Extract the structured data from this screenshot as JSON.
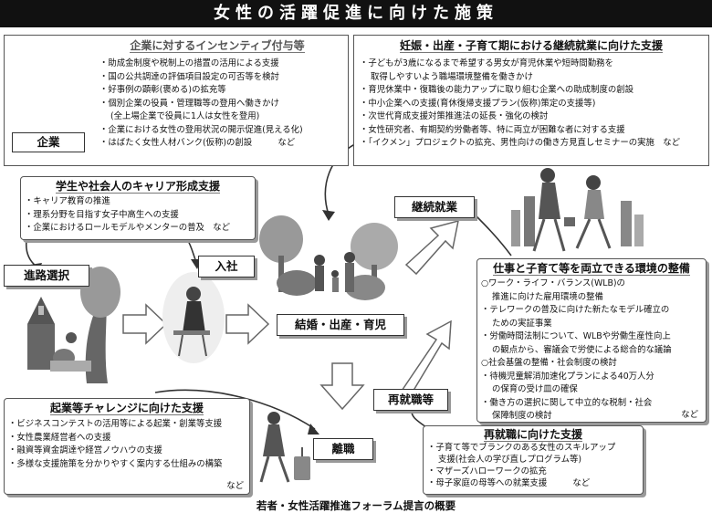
{
  "title": "女性の活躍促進に向けた施策",
  "caption": "若者・女性活躍推進フォーラム提言の概要",
  "incentive": {
    "title": "企業に対するインセンティブ付与等",
    "badge": "企業",
    "items": [
      "助成金制度や税制上の措置の活用による支援",
      "国の公共調達の評価項目設定の可否等を検討",
      "好事例の顕彰(褒める)の拡充等",
      "個別企業の役員・管理職等の登用へ働きかけ",
      "(全上場企業で役員に1人は女性を登用)",
      "企業における女性の登用状況の開示促進(見える化)",
      "はばたく女性人材バンク(仮称)の創設"
    ],
    "nado": "など"
  },
  "pregnancy": {
    "title": "妊娠・出産・子育て期における継続就業に向けた支援",
    "items": [
      "子どもが3歳になるまで希望する男女が育児休業や短時間勤務を",
      "取得しやすいよう職場環境整備を働きかけ",
      "育児休業中・復職後の能力アップに取り組む企業への助成制度の創設",
      "中小企業への支援(育休復帰支援プラン(仮称)策定の支援等)",
      "次世代育成支援対策推進法の延長・強化の検討",
      "女性研究者、有期契約労働者等、特に両立が困難な者に対する支援",
      "「イクメン」プロジェクトの拡充、男性向けの働き方見直しセミナーの実施"
    ],
    "nado": "など"
  },
  "career": {
    "title": "学生や社会人のキャリア形成支援",
    "items": [
      "キャリア教育の推進",
      "理系分野を目指す女子中高生への支援",
      "企業におけるロールモデルやメンターの普及"
    ],
    "nado": "など"
  },
  "flow": {
    "shinro": "進路選択",
    "nyusha": "入社",
    "kekkon": "結婚・出産・育児",
    "keizoku": "継続就業",
    "rishoku": "離職",
    "sai": "再就職等"
  },
  "balance": {
    "title": "仕事と子育て等を両立できる環境の整備",
    "items": [
      "○ワーク・ライフ・バランス(WLB)の",
      "推進に向けた雇用環境の整備",
      "テレワークの普及に向けた新たなモデル確立の",
      "ための実証事業",
      "労働時間法制について、WLBや労働生産性向上",
      "の観点から、審議会で労使による総合的な議論",
      "○社会基盤の整備・社会制度の検討",
      "待機児童解消加速化プランによる40万人分",
      "の保育の受け皿の確保",
      "働き方の選択に関して中立的な税制・社会",
      "保障制度の検討"
    ],
    "nado": "など"
  },
  "startup": {
    "title": "起業等チャレンジに向けた支援",
    "items": [
      "ビジネスコンテストの活用等による起業・創業等支援",
      "女性農業経営者への支援",
      "融資等資金調達や経営ノウハウの支援",
      "多様な支援施策を分かりやすく案内する仕組みの構築"
    ],
    "nado": "など"
  },
  "reemploy": {
    "title": "再就職に向けた支援",
    "items": [
      "子育て等でブランクのある女性のスキルアップ",
      "支援(社会人の学び直しプログラム等)",
      "マザーズハローワークの拡充",
      "母子家庭の母等への就業支援"
    ],
    "nado": "など"
  }
}
